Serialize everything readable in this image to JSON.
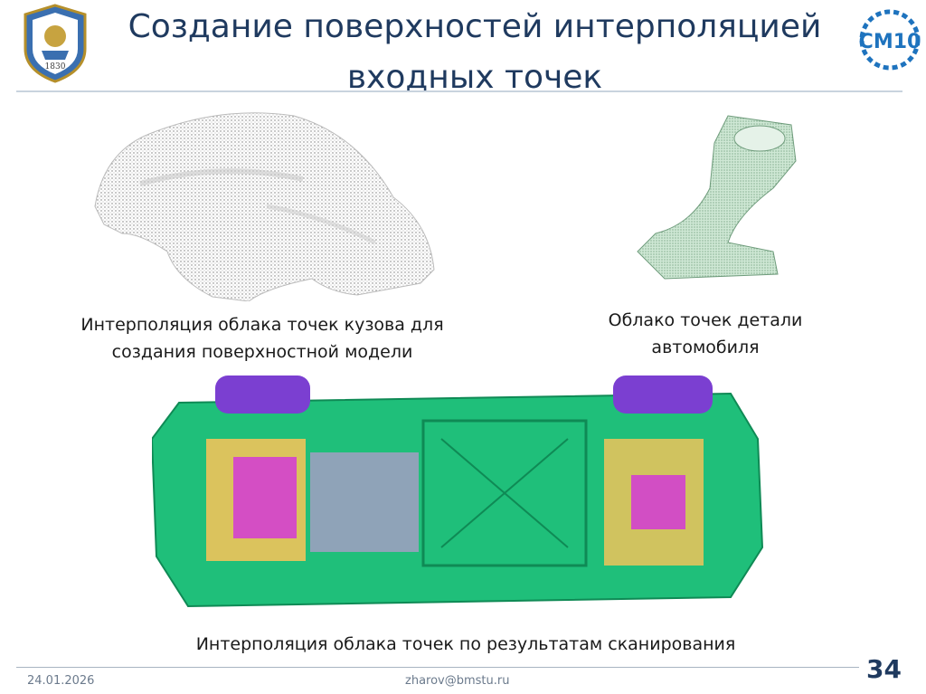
{
  "slide": {
    "title": "Создание поверхностей интерполяцией входных точек",
    "captions": {
      "car_cloud": "Интерполяция облака точек кузова для создания поверхностной модели",
      "part_cloud": "Облако точек детали автомобиля",
      "chassis": "Интерполяция облака точек по результатам сканирования"
    },
    "footer": {
      "date": "24.01.2026",
      "email": "zharov@bmstu.ru",
      "page": "34"
    }
  },
  "logos": {
    "left_emblem_year": "1830",
    "right_logo_text": "СМ10"
  },
  "colors": {
    "title": "#1f3a5f",
    "chassis_body": "#1fbf7a",
    "chassis_dark": "#0f8a55",
    "tire": "#7b3fd1",
    "engine_magenta": "#d23ad6",
    "bracket_yellow": "#f0c35a",
    "cloud_gray": "#8a8a8a",
    "part_green": "#8cc9a0"
  }
}
